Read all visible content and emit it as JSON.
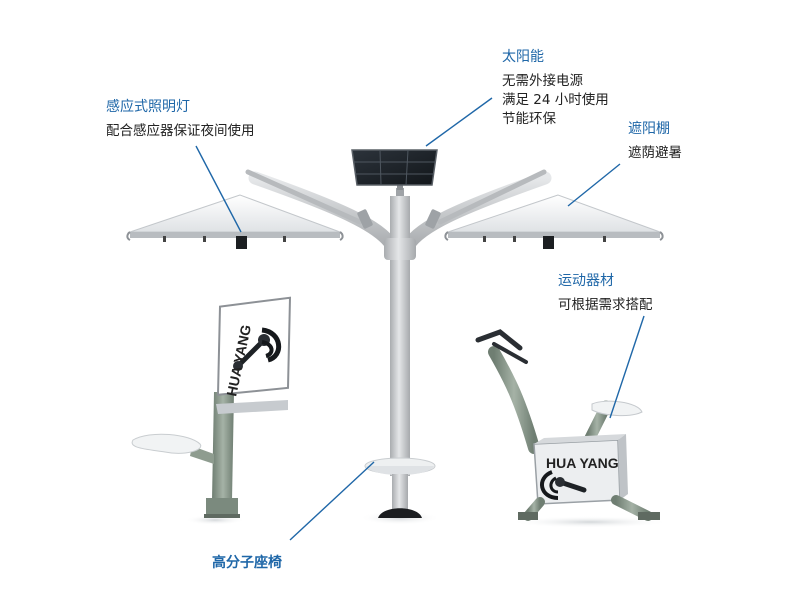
{
  "callouts": {
    "solar": {
      "title": "太阳能",
      "lines": [
        "无需外接电源",
        "满足 24 小时使用",
        "节能环保"
      ]
    },
    "light": {
      "title": "感应式照明灯",
      "lines": [
        "配合感应器保证夜间使用"
      ]
    },
    "canopy": {
      "title": "遮阳棚",
      "lines": [
        "遮荫避暑"
      ]
    },
    "equipment": {
      "title": "运动器材",
      "lines": [
        "可根据需求搭配"
      ]
    },
    "seat": {
      "title": "高分子座椅"
    }
  },
  "brand": {
    "name_left": "HUA YANG",
    "name_right": "HUA YANG"
  },
  "colors": {
    "callout_title": "#1f67a8",
    "leader_line": "#1f67a8",
    "description": "#222222",
    "pole_gray": "#c9cbcd",
    "equipment_green": "#8e9c8f",
    "solar_panel": "#1c2127",
    "canopy_white": "#f4f5f6"
  },
  "icons": [
    "solar-panel-icon",
    "lamp-icon",
    "huayang-logo-icon"
  ]
}
